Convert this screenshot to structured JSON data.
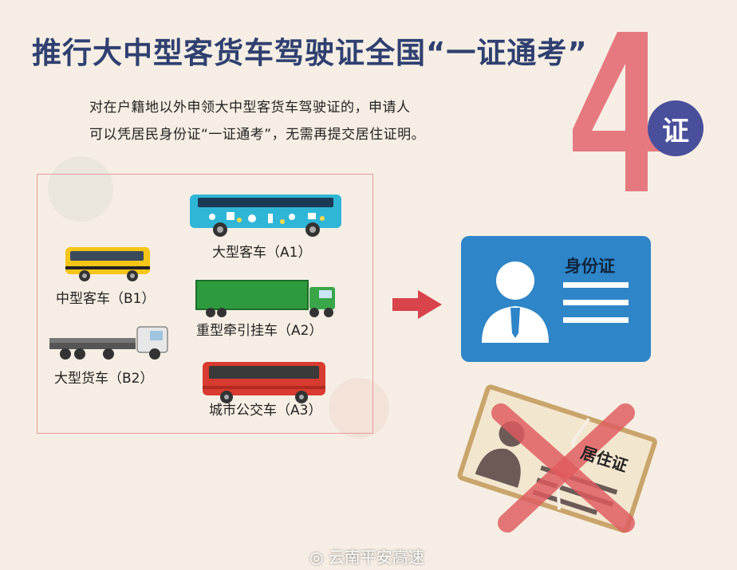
{
  "title": "推行大中型客货车驾驶证全国“一证通考”",
  "subtitle_lines": [
    "对在户籍地以外申领大中型客货车驾驶证的，申请人",
    "可以凭居民身份证“一证通考”，无需再提交居住证明。"
  ],
  "badge": {
    "number": "4",
    "char": "证"
  },
  "vehicles": {
    "a1": "大型客车（A1）",
    "b1": "中型客车（B1）",
    "a2": "重型牵引挂车（A2）",
    "b2": "大型货车（B2）",
    "a3": "城市公交车（A3）"
  },
  "id_card": {
    "title": "身份证"
  },
  "residence_card": {
    "title": "居住证"
  },
  "watermark": "云南平安高速",
  "colors": {
    "title": "#2f4070",
    "four": "#e46c73",
    "badge": "#4a4f9b",
    "id_card": "#2e85c8",
    "arrow": "#d9434b",
    "background": "#f6eee4"
  }
}
